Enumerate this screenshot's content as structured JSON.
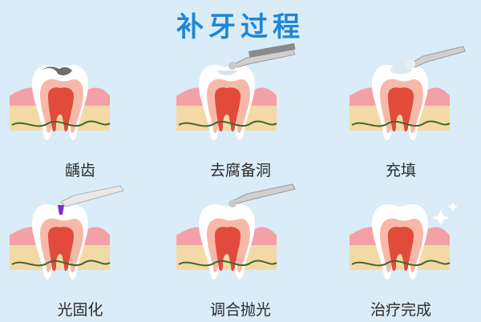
{
  "title": "补牙过程",
  "steps": [
    {
      "label": "龋齿",
      "stage": "cavity",
      "has_tool": false
    },
    {
      "label": "去腐备洞",
      "stage": "drill",
      "has_tool": true
    },
    {
      "label": "充填",
      "stage": "fill",
      "has_tool": true
    },
    {
      "label": "光固化",
      "stage": "cure",
      "has_tool": true
    },
    {
      "label": "调合抛光",
      "stage": "polish",
      "has_tool": true
    },
    {
      "label": "治疗完成",
      "stage": "done",
      "has_tool": false
    }
  ],
  "colors": {
    "background": "#d9ecf7",
    "title": "#1f86d6",
    "gum": "#f3a0a6",
    "bone": "#f3d9a6",
    "enamel": "#ffffff",
    "pulp": "#e24a3b",
    "dentin": "#f7b9a7",
    "cavity": "#6d6d6d",
    "filling": "#dfe9f0",
    "cure_light": "#7a2bd6"
  }
}
